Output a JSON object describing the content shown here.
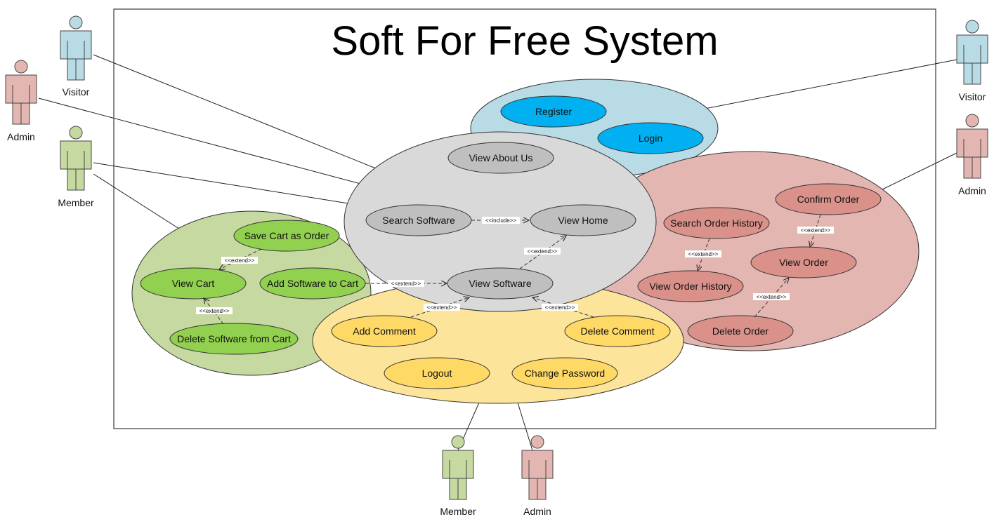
{
  "diagram": {
    "title": "Soft For Free System"
  },
  "colors": {
    "system_border": "#3a3a3a",
    "group_visitor": "#b9dbe6",
    "group_common": "#d9d9d9",
    "group_admin": "#e4b6b1",
    "group_member": "#c5d9a0",
    "group_shared": "#fde49b",
    "uc_visitor": "#00b0f0",
    "uc_common": "#bfbfbf",
    "uc_admin": "#d9918a",
    "uc_member": "#92d050",
    "uc_shared": "#ffd966",
    "actor_visitor": "#b9dbe6",
    "actor_admin": "#e4b6b1",
    "actor_member": "#c5d9a0"
  },
  "actors": {
    "visitor_left": "Visitor",
    "admin_left": "Admin",
    "member_left": "Member",
    "visitor_right": "Visitor",
    "admin_right": "Admin",
    "member_bottom": "Member",
    "admin_bottom": "Admin"
  },
  "use_cases": {
    "register": "Register",
    "login": "Login",
    "view_about_us": "View About Us",
    "search_software": "Search Software",
    "view_home": "View Home",
    "view_software": "View Software",
    "save_cart_as_order": "Save Cart as Order",
    "view_cart": "View Cart",
    "add_software_to_cart": "Add Software to Cart",
    "delete_software_from_cart": "Delete Software from Cart",
    "add_comment": "Add Comment",
    "delete_comment": "Delete Comment",
    "logout": "Logout",
    "change_password": "Change Password",
    "confirm_order": "Confirm Order",
    "search_order_history": "Search Order History",
    "view_order": "View Order",
    "view_order_history": "View Order History",
    "delete_order": "Delete Order"
  },
  "relations": {
    "include_search_home": "<<include>>",
    "extend_save_cart": "<<extend>>",
    "extend_delete_cart": "<<extend>>",
    "extend_add_to_cart": "<<extend>>",
    "extend_software_home": "<<extend>>",
    "extend_add_comment": "<<extend>>",
    "extend_delete_comment": "<<extend>>",
    "extend_order_history": "<<extend>>",
    "extend_confirm_order": "<<extend>>",
    "extend_delete_order": "<<extend>>"
  }
}
